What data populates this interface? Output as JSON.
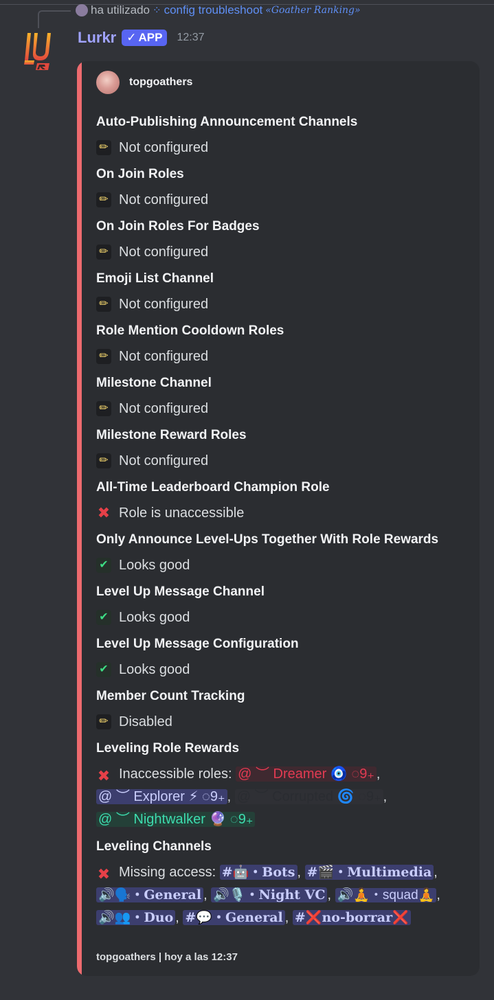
{
  "reply": {
    "user": "ha utilizado",
    "command": "config troubleshoot",
    "server": "Goather Ranking"
  },
  "message": {
    "username": "Lurkr",
    "badge": "APP",
    "time": "12:37"
  },
  "embed": {
    "author": "topgoathers",
    "accent_color": "#ed6b6f",
    "fields": [
      {
        "name": "Auto-Publishing Announcement Channels",
        "icon": "pencil-icon",
        "value": "Not configured"
      },
      {
        "name": "On Join Roles",
        "icon": "pencil-icon",
        "value": "Not configured"
      },
      {
        "name": "On Join Roles For Badges",
        "icon": "pencil-icon",
        "value": "Not configured"
      },
      {
        "name": "Emoji List Channel",
        "icon": "pencil-icon",
        "value": "Not configured"
      },
      {
        "name": "Role Mention Cooldown Roles",
        "icon": "pencil-icon",
        "value": "Not configured"
      },
      {
        "name": "Milestone Channel",
        "icon": "pencil-icon",
        "value": "Not configured"
      },
      {
        "name": "Milestone Reward Roles",
        "icon": "pencil-icon",
        "value": "Not configured"
      },
      {
        "name": "All-Time Leaderboard Champion Role",
        "icon": "cross-icon",
        "value": "Role is unaccessible"
      },
      {
        "name": "Only Announce Level-Ups Together With Role Rewards",
        "icon": "check-icon",
        "value": "Looks good"
      },
      {
        "name": "Level Up Message Channel",
        "icon": "check-icon",
        "value": "Looks good"
      },
      {
        "name": "Level Up Message Configuration",
        "icon": "check-icon",
        "value": "Looks good"
      },
      {
        "name": "Member Count Tracking",
        "icon": "pencil-icon",
        "value": "Disabled"
      }
    ],
    "roles_field": {
      "name": "Leveling Role Rewards",
      "prefix": "Inaccessible roles:",
      "roles": [
        {
          "text": "@ ︶ Dreamer 🧿 ◌9₊",
          "style": "red"
        },
        {
          "text": "@ ︶ Explorer ⚡ ◌9₊",
          "style": "blue"
        },
        {
          "text": "@ ︶ Corrupted 🌀 ◌9₊",
          "style": "dark"
        },
        {
          "text": "@ ︶ Nightwalker 🔮 ◌9₊",
          "style": "green"
        }
      ]
    },
    "channels_field": {
      "name": "Leveling Channels",
      "prefix": "Missing access:",
      "channels": [
        {
          "text": "#🤖・Bots"
        },
        {
          "text": "#🎬・Multimedia"
        },
        {
          "text": "🔊🗣️・General"
        },
        {
          "text": "🔊🎙️・Night VC"
        },
        {
          "text": "🔊🧘・squad🧘"
        },
        {
          "text": "🔊👥・Duo"
        },
        {
          "text": "#💬・General"
        },
        {
          "text": "#❌no-borrar❌"
        }
      ]
    },
    "footer": "topgoathers | hoy a las 12:37"
  }
}
